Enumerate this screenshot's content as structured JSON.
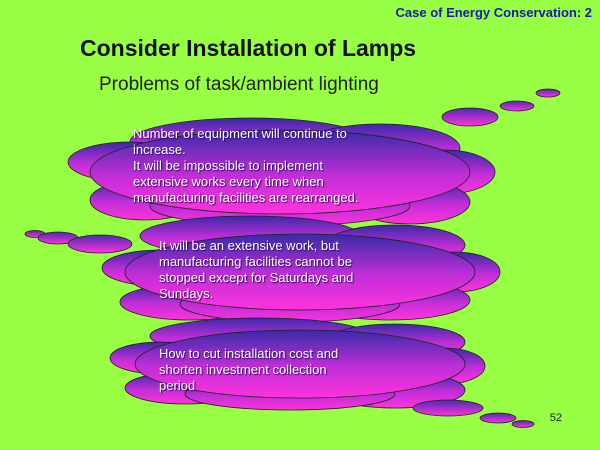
{
  "header": {
    "case_label": "Case of Energy Conservation: 2",
    "title": "Consider Installation of Lamps",
    "subtitle": "Problems of task/ambient lighting"
  },
  "clouds": [
    {
      "text": "Number of equipment will continue to\nincrease.\nIt will be impossible to implement\nextensive works every time when\nmanufacturing facilities are rearranged."
    },
    {
      "text": "It will be an extensive work, but\nmanufacturing facilities cannot be\nstopped except for Saturdays and\nSundays."
    },
    {
      "text": "How to cut installation cost and\nshorten investment collection\nperiod"
    }
  ],
  "colors": {
    "background": "#99ff44",
    "cloud_top": "#3a2aa8",
    "cloud_bottom": "#ff33dd"
  },
  "footer": {
    "page_number": "52"
  }
}
